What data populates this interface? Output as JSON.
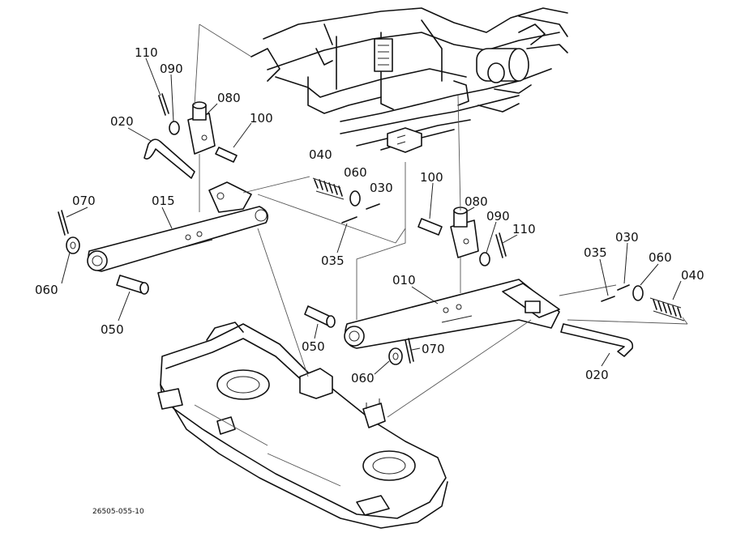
{
  "labels": {
    "l110a": "110",
    "l090a": "090",
    "l080a": "080",
    "l100a": "100",
    "l020a": "020",
    "l040a": "040",
    "l060a": "060",
    "l030a": "030",
    "l070a": "070",
    "l015": "015",
    "l035a": "035",
    "l060b": "060",
    "l050a": "050",
    "l100b": "100",
    "l080b": "080",
    "l090b": "090",
    "l110b": "110",
    "l010": "010",
    "l035b": "035",
    "l030b": "030",
    "l060c": "060",
    "l040b": "040",
    "l050b": "050",
    "l070b": "070",
    "l060d": "060",
    "l020b": "020"
  },
  "drawing_code": "26505-055-10"
}
